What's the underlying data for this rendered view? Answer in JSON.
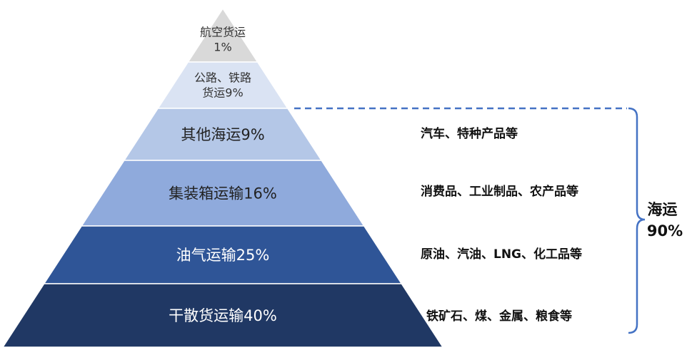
{
  "tiers": [
    {
      "lines": [
        "航空货运",
        "1%"
      ],
      "fill": "#d9d9d9",
      "text_color": "#333333"
    },
    {
      "lines": [
        "公路、铁路",
        "货运9%"
      ],
      "fill": "#dae3f3",
      "text_color": "#333333"
    },
    {
      "lines": [
        "其他海运9%"
      ],
      "fill": "#b4c7e7",
      "text_color": "#222222"
    },
    {
      "lines": [
        "集装箱运输16%"
      ],
      "fill": "#8faadc",
      "text_color": "#222222"
    },
    {
      "lines": [
        "油气运输25%"
      ],
      "fill": "#2f5597",
      "text_color": "#ffffff"
    },
    {
      "lines": [
        "干散货运输40%"
      ],
      "fill": "#203864",
      "text_color": "#ffffff"
    }
  ],
  "cargo_labels": [
    "汽车、特种产品等",
    "消费品、工业制品、农产品等",
    "原油、汽油、LNG、化工品等",
    "铁矿石、煤、金属、粮食等"
  ],
  "sea_group": {
    "lines": [
      "海运",
      "90%"
    ],
    "bracket_color": "#4472c4"
  }
}
